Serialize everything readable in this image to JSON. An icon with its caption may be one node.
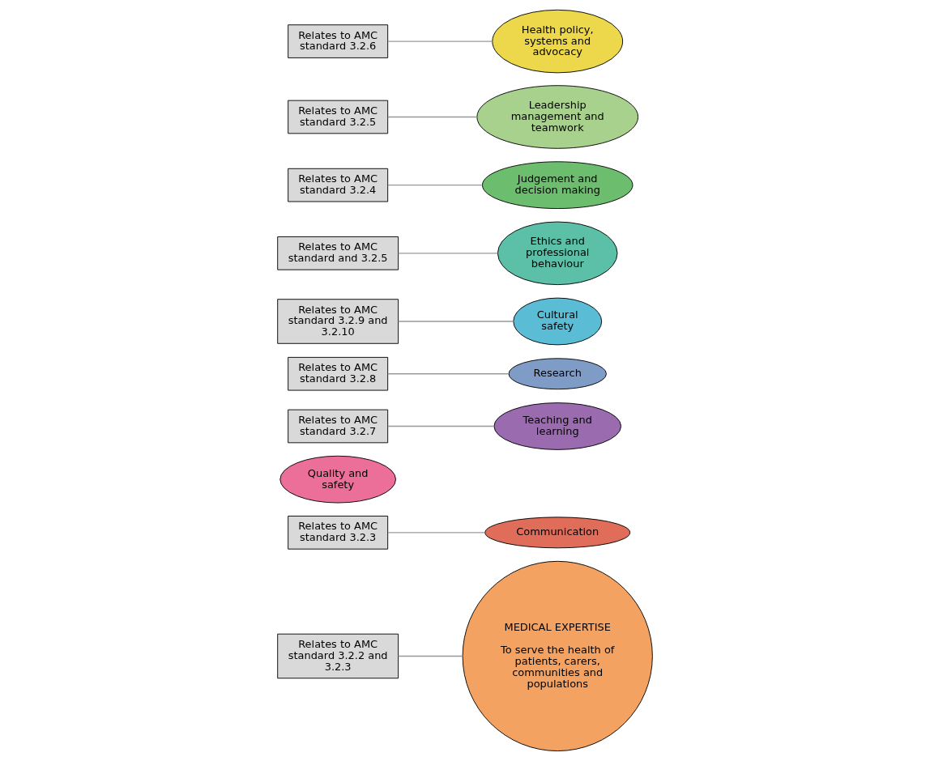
{
  "diagram": {
    "nodes": [
      {
        "text": [
          "MEDICAL EXPERTISE",
          "To serve the health of patients, carers, communities and populations"
        ]
      },
      {
        "text": [
          "Communication"
        ]
      },
      {
        "text": [
          "Quality and safety"
        ]
      },
      {
        "text": [
          "Teaching and learning"
        ]
      },
      {
        "text": [
          "Research"
        ]
      },
      {
        "text": [
          "Cultural safety"
        ]
      },
      {
        "text": [
          "Ethics and professional behaviour"
        ]
      },
      {
        "text": [
          "Judgement and decision making"
        ]
      },
      {
        "text": [
          "Leadership management and teamwork"
        ]
      },
      {
        "text": [
          "Health policy, systems and advocacy"
        ]
      },
      {
        "text": [
          "Relates to AMC standard 3.2.3"
        ]
      },
      {
        "text": [
          "Relates to AMC standard 3.2.6"
        ]
      },
      {
        "text": [
          "Relates to AMC standard 3.2.2 and 3.2.3"
        ]
      },
      {
        "text": [
          "Relates to AMC standard 3.2.7"
        ]
      },
      {
        "text": [
          "Relates to AMC standard 3.2.5"
        ]
      },
      {
        "text": [
          "Relates to AMC standard 3.2.8"
        ]
      },
      {
        "text": [
          "Relates to AMC standard 3.2.4"
        ]
      },
      {
        "text": [
          "Relates to AMC standard and 3.2.5"
        ]
      },
      {
        "text": [
          "Relates to AMC standard 3.2.9 and 3.2.10"
        ]
      }
    ],
    "edges": [
      {
        "from": 10,
        "to": 1,
        "arrow": "none"
      },
      {
        "from": 11,
        "to": 9,
        "arrow": "none"
      },
      {
        "from": 12,
        "to": 0,
        "arrow": "none"
      },
      {
        "from": 13,
        "to": 3,
        "arrow": "none"
      },
      {
        "from": 14,
        "to": 8,
        "arrow": "none"
      },
      {
        "from": 15,
        "to": 4,
        "arrow": "none"
      },
      {
        "from": 16,
        "to": 7,
        "arrow": "none"
      },
      {
        "from": 17,
        "to": 6,
        "arrow": "none"
      },
      {
        "from": 18,
        "to": 5,
        "arrow": "none"
      }
    ]
  }
}
